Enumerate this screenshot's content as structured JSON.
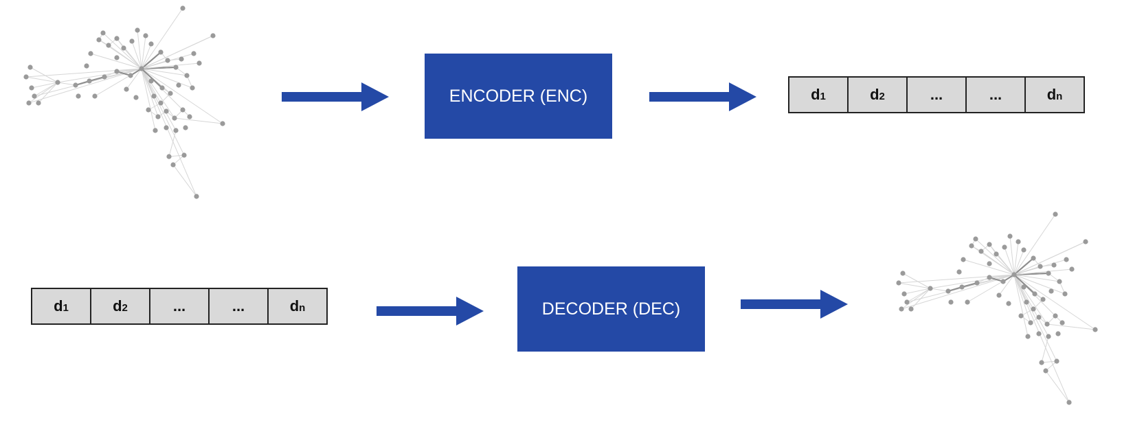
{
  "encoder": {
    "label": "ENCODER (ENC)"
  },
  "decoder": {
    "label": "DECODER (DEC)"
  },
  "vector": {
    "cells": [
      {
        "base": "d",
        "sub": "1"
      },
      {
        "base": "d",
        "sub": "2"
      },
      {
        "base": "...",
        "sub": ""
      },
      {
        "base": "...",
        "sub": ""
      },
      {
        "base": "d",
        "sub": "n"
      }
    ]
  },
  "colors": {
    "block": "#2449a6",
    "arrow": "#2449a6",
    "node": "#9a9a9a",
    "cell_fill": "#d9d9d9"
  }
}
